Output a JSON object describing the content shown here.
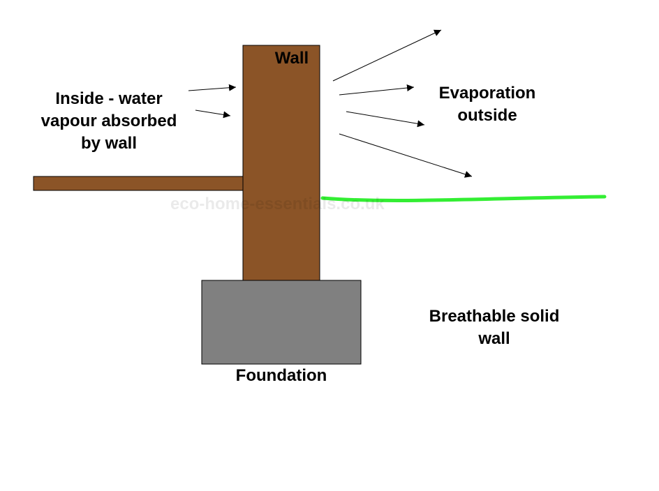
{
  "labels": {
    "inside": [
      "Inside - water",
      "vapour absorbed",
      "by wall"
    ],
    "wall": "Wall",
    "evaporation": [
      "Evaporation",
      "outside"
    ],
    "breathable": [
      "Breathable solid",
      "wall"
    ],
    "foundation": "Foundation"
  },
  "watermark": "eco-home-essentials.co.uk",
  "colors": {
    "wall": "#8B5427",
    "foundation": "#808080",
    "ground": "#33EE33",
    "arrow": "#000000"
  }
}
